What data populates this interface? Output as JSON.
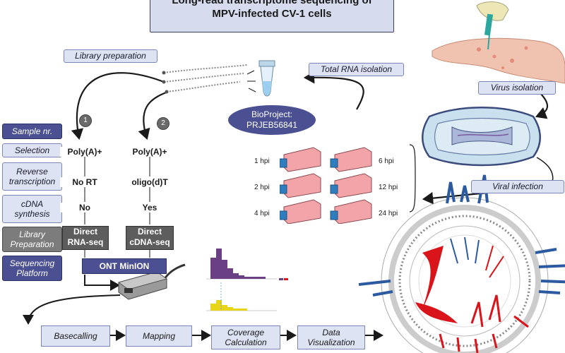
{
  "title": {
    "line1": "Long-read transcriptome sequencing of",
    "line2": "MPV-infected CV-1 cells"
  },
  "tags": {
    "library_preparation": "Library preparation",
    "total_rna_isolation": "Total RNA isolation",
    "virus_isolation": "Virus isolation",
    "viral_infection": "Viral infection"
  },
  "bioproject": {
    "line1": "BioProject:",
    "line2": "PRJEB56841"
  },
  "sidebar": [
    {
      "label": "Sample nr.",
      "style": "dark"
    },
    {
      "label": "Selection",
      "style": "light"
    },
    {
      "label": "Reverse transcription",
      "style": "light"
    },
    {
      "label": "cDNA synthesis",
      "style": "light"
    },
    {
      "label": "Library Preparation",
      "style": "grey"
    },
    {
      "label": "Sequencing Platform",
      "style": "dark"
    }
  ],
  "samples": [
    {
      "number": "1",
      "selection": "Poly(A)+",
      "rt": "No RT",
      "cdna": "No",
      "library": "Direct RNA-seq"
    },
    {
      "number": "2",
      "selection": "Poly(A)+",
      "rt": "oligo(d)T",
      "cdna": "Yes",
      "library": "Direct cDNA-seq"
    }
  ],
  "platform": "ONT MinION",
  "timepoints": [
    "1 hpi",
    "2 hpi",
    "4 hpi",
    "6 hpi",
    "12 hpi",
    "24 hpi"
  ],
  "pipeline": [
    "Basecalling",
    "Mapping",
    "Coverage Calculation",
    "Data Visualization"
  ],
  "colors": {
    "accent_dark": "#4a5091",
    "tag_fill": "#dde3f3",
    "histogram_purple": "#6b3f83",
    "histogram_yellow": "#e8d51a",
    "coverage_red": "#d9141b",
    "coverage_blue": "#2c5aa0"
  },
  "icons": [
    "pipette-icon",
    "hand-icon",
    "virion-icon",
    "flask-icon",
    "tube-icon",
    "reads-icon",
    "minion-device-icon",
    "histogram-icon",
    "circos-plot-icon"
  ]
}
